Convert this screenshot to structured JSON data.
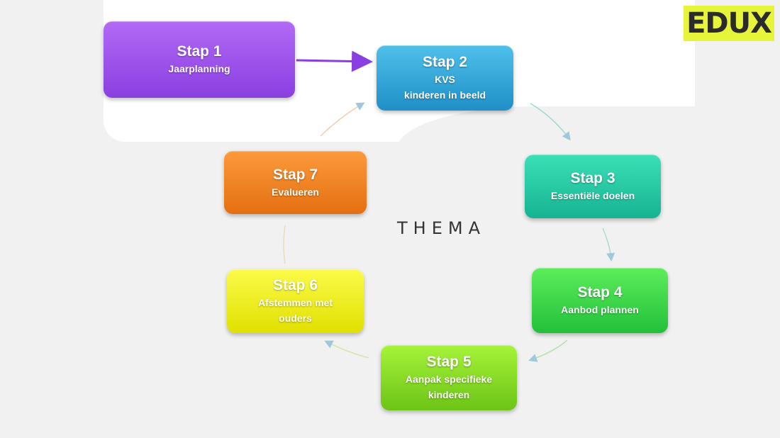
{
  "logo": {
    "text": "EDUX"
  },
  "center": {
    "label": "THEMA"
  },
  "steps": [
    {
      "title": "Stap 1",
      "lines": [
        "Jaarplanning"
      ],
      "color": "#9d52ec"
    },
    {
      "title": "Stap 2",
      "lines": [
        "KVS",
        "kinderen in beeld"
      ],
      "color": "#33a8da"
    },
    {
      "title": "Stap 3",
      "lines": [
        "Essentiële doelen"
      ],
      "color": "#26caa5"
    },
    {
      "title": "Stap 4",
      "lines": [
        "Aanbod plannen"
      ],
      "color": "#3dd64a"
    },
    {
      "title": "Stap 5",
      "lines": [
        "Aanpak specifieke",
        "kinderen"
      ],
      "color": "#88dc25"
    },
    {
      "title": "Stap 6",
      "lines": [
        "Afstemmen met",
        "ouders"
      ],
      "color": "#eeee1e"
    },
    {
      "title": "Stap 7",
      "lines": [
        "Evalueren"
      ],
      "color": "#f08424"
    }
  ]
}
